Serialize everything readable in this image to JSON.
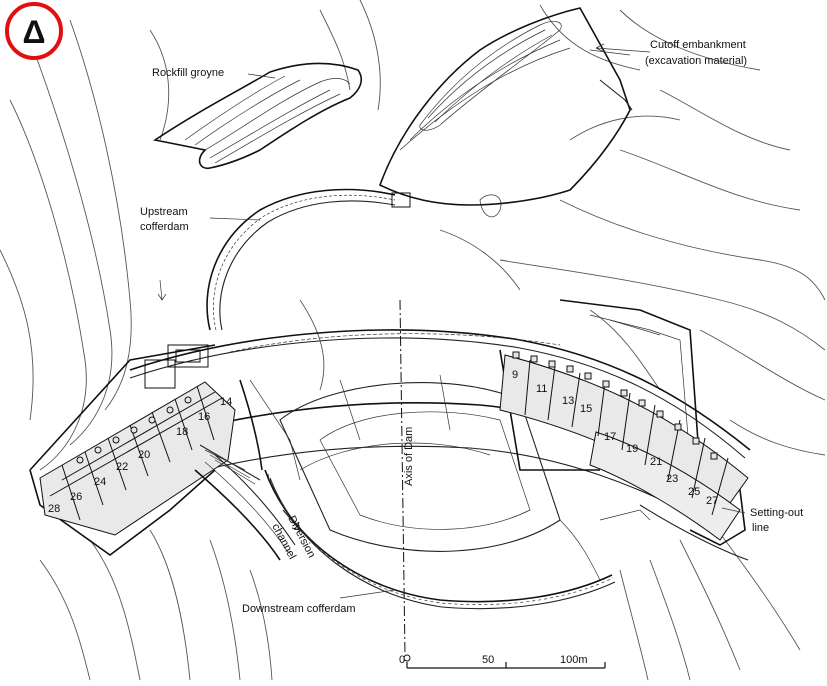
{
  "badge": {
    "symbol": "Δ",
    "ring_color": "#e01010"
  },
  "labels": {
    "rockfill_groyne": "Rockfill groyne",
    "cutoff_line1": "Cutoff embankment",
    "cutoff_line2": "(excavation material)",
    "upstream_line1": "Upstream",
    "upstream_line2": "cofferdam",
    "axis_of_dam": "Axis of Dam",
    "diversion_line1": "Diversion",
    "diversion_line2": "channel",
    "downstream_cofferdam": "Downstream cofferdam",
    "setting_out_line1": "Setting-out",
    "setting_out_line2": "line"
  },
  "scale_bar": {
    "ticks": [
      "0",
      "50",
      "100m"
    ]
  },
  "blocks": {
    "left_numbers": [
      "28",
      "26",
      "24",
      "22",
      "20",
      "18",
      "16",
      "14"
    ],
    "right_numbers": [
      "9",
      "11",
      "13",
      "15",
      "17",
      "19",
      "21",
      "23",
      "25",
      "27"
    ]
  }
}
